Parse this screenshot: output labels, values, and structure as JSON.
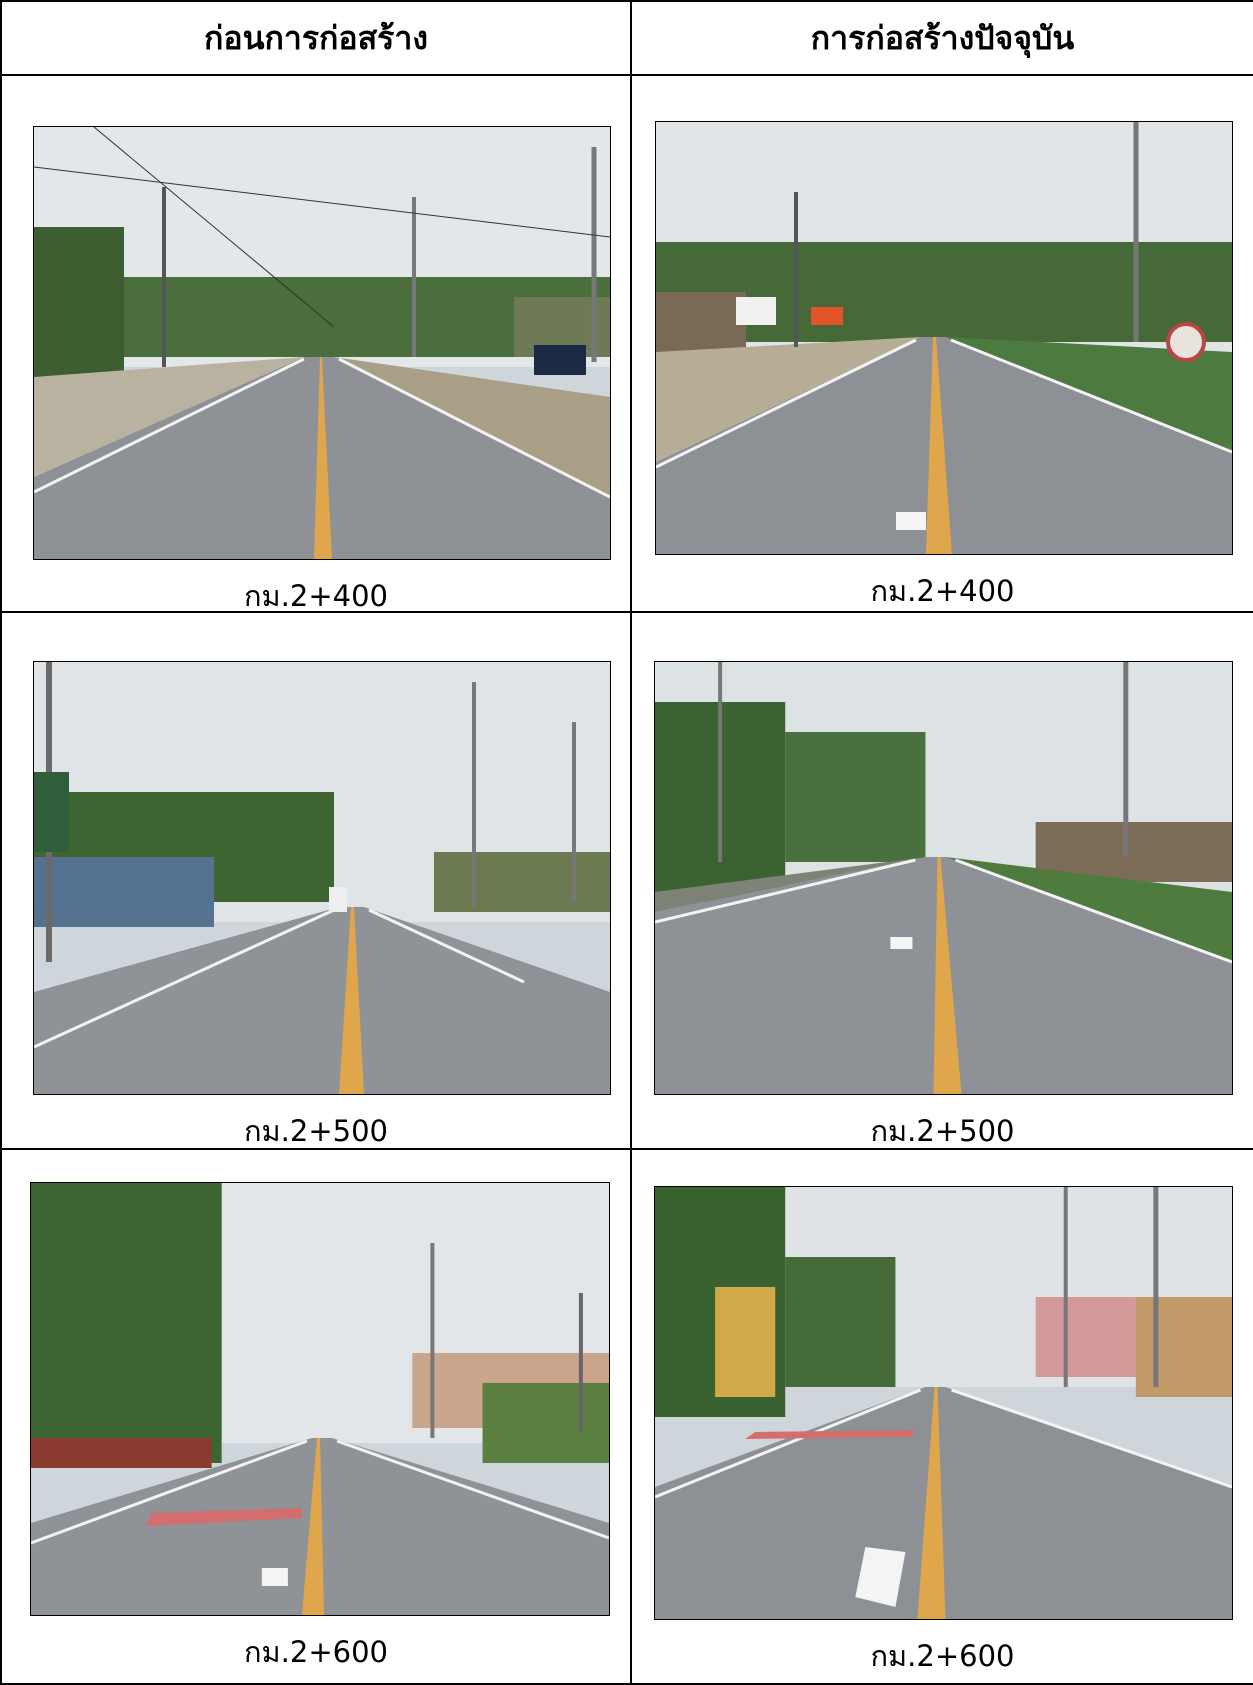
{
  "header": {
    "before_label": "ก่อนการก่อสร้าง",
    "current_label": "การก่อสร้างปัจจุบัน"
  },
  "rows": [
    {
      "before_caption": "กม.2+400",
      "current_caption": "กม.2+400"
    },
    {
      "before_caption": "กม.2+500",
      "current_caption": "กม.2+500"
    },
    {
      "before_caption": "กม.2+600",
      "current_caption": "กม.2+600"
    }
  ],
  "colors": {
    "border": "#000000",
    "road": "#8f9296",
    "center_line": "#e0a64b",
    "sky": "#dfe4e8",
    "foliage": "#3d6b34"
  }
}
